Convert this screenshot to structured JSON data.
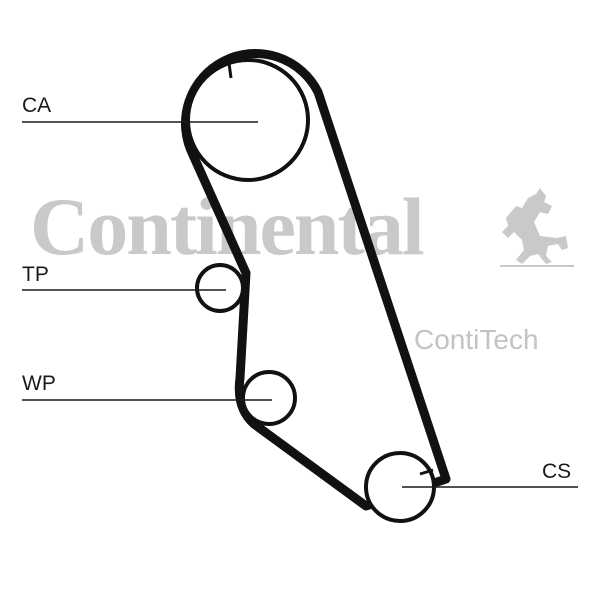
{
  "brand": {
    "logo_text": "Continental",
    "sub_logo_text": "ContiTech",
    "watermark_color": "#c9c9c9"
  },
  "labels": {
    "ca": "CA",
    "tp": "TP",
    "wp": "WP",
    "cs": "CS"
  },
  "colors": {
    "belt": "#111111",
    "line": "#1a1a1a"
  },
  "icons": {
    "logo_mark": "rearing-horse-icon"
  }
}
